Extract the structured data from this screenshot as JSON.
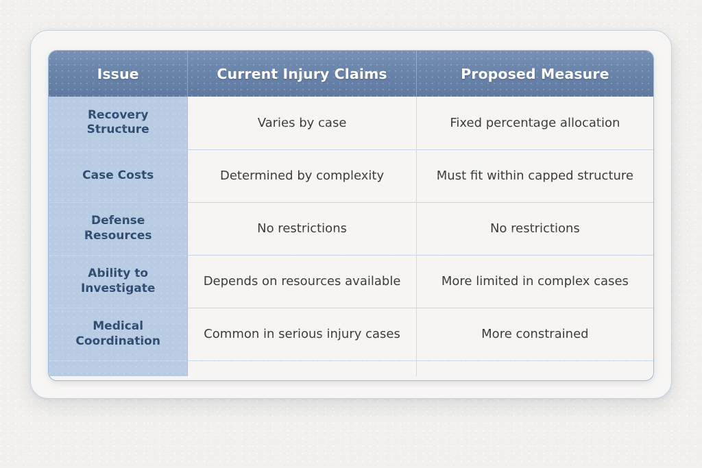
{
  "theme": {
    "page_background": "#f2f0ec",
    "card_background": "#f7f6f4",
    "card_border": "#c4d3e6",
    "header_background": "#6681a8",
    "header_text": "#ffffff",
    "issue_column_background": "#b9cce3",
    "issue_column_text": "#2f4d72",
    "data_cell_background": "#f6f5f3",
    "data_cell_text": "#3b3b3b",
    "grid_line": "#c3d4e6"
  },
  "table": {
    "columns": [
      {
        "key": "issue",
        "label": "Issue"
      },
      {
        "key": "current",
        "label": "Current Injury Claims"
      },
      {
        "key": "proposed",
        "label": "Proposed Measure"
      }
    ],
    "rows": [
      {
        "issue": "Recovery Structure",
        "current": "Varies by case",
        "proposed": "Fixed percentage allocation"
      },
      {
        "issue": "Case Costs",
        "current": "Determined by complexity",
        "proposed": "Must fit within capped structure"
      },
      {
        "issue": "Defense Resources",
        "current": "No restrictions",
        "proposed": "No restrictions"
      },
      {
        "issue": "Ability to Investigate",
        "current": "Depends on resources available",
        "proposed": "More limited in complex cases"
      },
      {
        "issue": "Medical Coordination",
        "current": "Common in serious injury cases",
        "proposed": "More constrained"
      },
      {
        "issue": "",
        "current": "",
        "proposed": ""
      }
    ]
  }
}
